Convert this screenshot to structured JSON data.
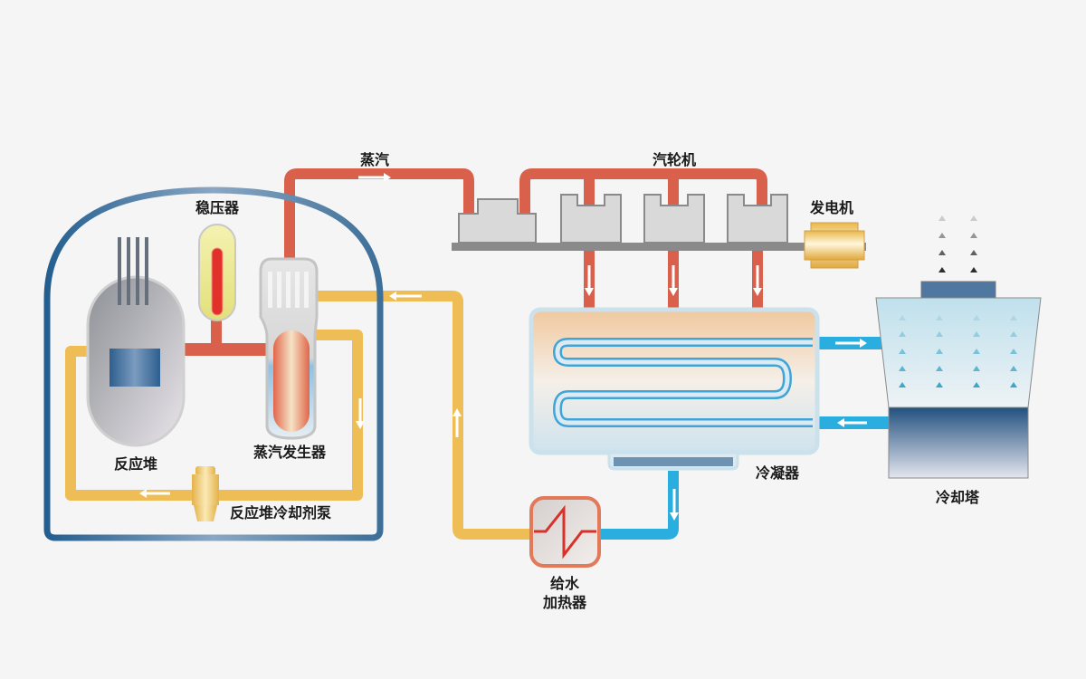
{
  "title": "压水堆核电站工作原理",
  "labels": {
    "steam": "蒸汽",
    "turbine": "汽轮机",
    "generator": "发电机",
    "pressurizer": "稳压器",
    "reactor": "反应堆",
    "steam_generator": "蒸汽发生器",
    "coolant_pump": "反应堆冷却剂泵",
    "condenser": "冷凝器",
    "cooling_tower": "冷却塔",
    "feedwater_heater_line1": "给水",
    "feedwater_heater_line2": "加热器"
  },
  "colors": {
    "background": "#f5f5f5",
    "steam_pipe": "#d9604a",
    "primary_loop": "#eebd55",
    "cooling_water": "#2aaee0",
    "containment": "#2f6a98",
    "turbine_body": "#d9d9d9",
    "shaft": "#8a8a8a"
  }
}
